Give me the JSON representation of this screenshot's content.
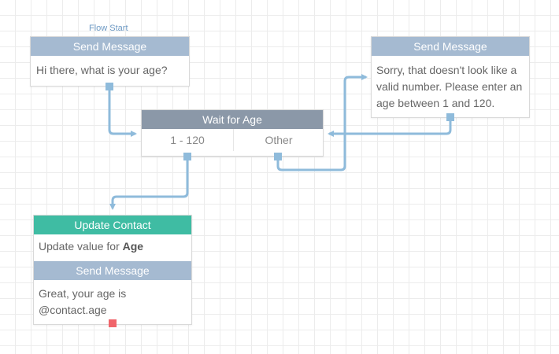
{
  "flow_start": "Flow Start",
  "nodes": {
    "msg1": {
      "header": "Send Message",
      "body": "Hi there, what is your age?"
    },
    "wait": {
      "header": "Wait for Age",
      "categories": [
        "1 - 120",
        "Other"
      ]
    },
    "msg2": {
      "header": "Send Message",
      "body": "Sorry, that doesn't look like a valid number. Please enter an age between 1 and 120."
    },
    "update": {
      "header": "Update Contact",
      "body_prefix": "Update value for ",
      "field": "Age"
    },
    "msg3": {
      "header": "Send Message",
      "body": "Great, your age is @contact.age"
    }
  },
  "colors": {
    "message_header": "#a5bad1",
    "wait_header": "#8b98a8",
    "update_header": "#3fbca3",
    "connector": "#8fbbdb",
    "terminal_exit": "#f0646a"
  }
}
